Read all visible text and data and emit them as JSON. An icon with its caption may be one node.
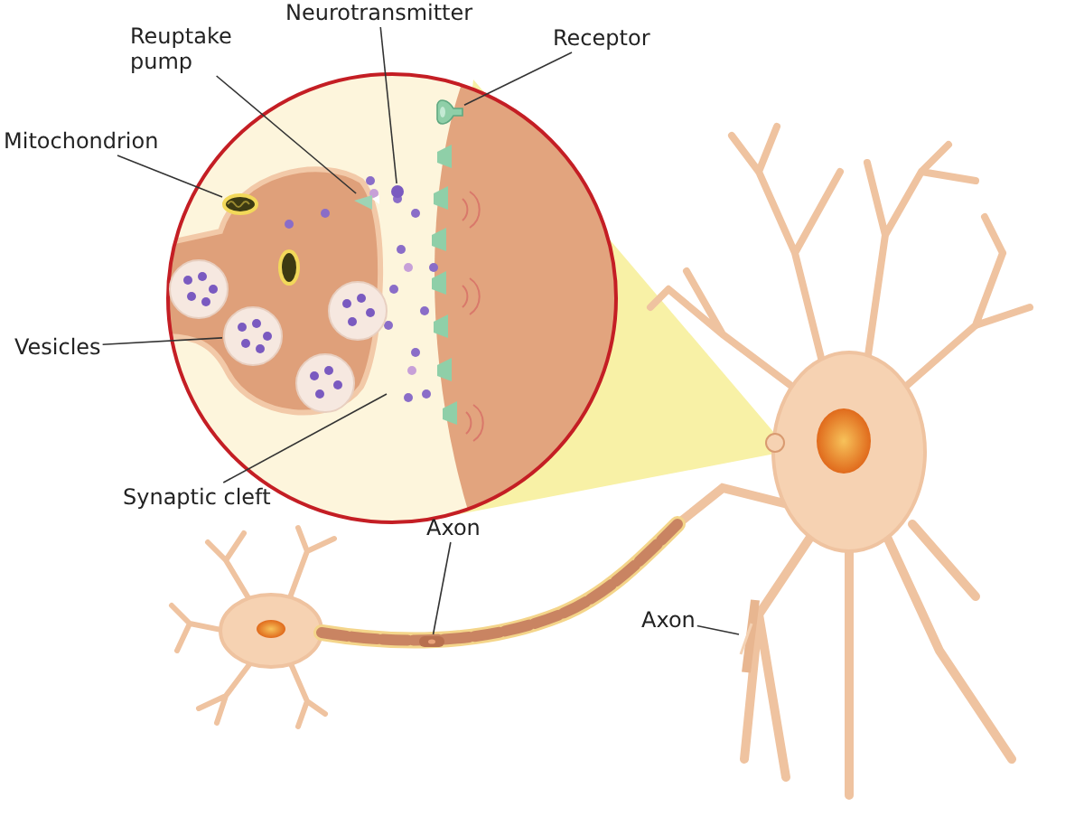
{
  "diagram": {
    "nodes": [
      {
        "text": [
          "Neurotransmitter"
        ]
      },
      {
        "text": [
          "Reuptake pump"
        ]
      },
      {
        "text": [
          "Receptor"
        ]
      },
      {
        "text": [
          "Mitochondrion"
        ]
      },
      {
        "text": [
          "Vesicles"
        ]
      },
      {
        "text": [
          "Synaptic cleft"
        ]
      },
      {
        "text": [
          "Axon"
        ]
      },
      {
        "text": [
          "Axon"
        ]
      },
      {
        "text": [],
        "shape": "circle"
      },
      {
        "text": [],
        "shape": "picture"
      },
      {
        "text": [],
        "shape": "picture"
      },
      {
        "text": [],
        "shape": "picture"
      },
      {
        "text": [],
        "shape": "circle"
      },
      {
        "text": [],
        "shape": "picture"
      },
      {
        "text": [],
        "shape": "picture"
      },
      {
        "text": [],
        "shape": "circle"
      },
      {
        "text": [],
        "shape": "circle"
      },
      {
        "text": [],
        "shape": "circle"
      }
    ],
    "edges": [
      {
        "from": 0,
        "to": 8,
        "arrow": "none"
      },
      {
        "from": 1,
        "to": 9,
        "arrow": "none"
      },
      {
        "from": 2,
        "to": 10,
        "arrow": "none"
      },
      {
        "from": 3,
        "to": 11,
        "arrow": "none"
      },
      {
        "from": 4,
        "to": 12,
        "arrow": "none"
      },
      {
        "from": 5,
        "to": null,
        "arrow": "none"
      },
      {
        "from": 6,
        "to": 13,
        "arrow": "none"
      },
      {
        "from": 7,
        "to": 14,
        "arrow": "none"
      }
    ]
  }
}
